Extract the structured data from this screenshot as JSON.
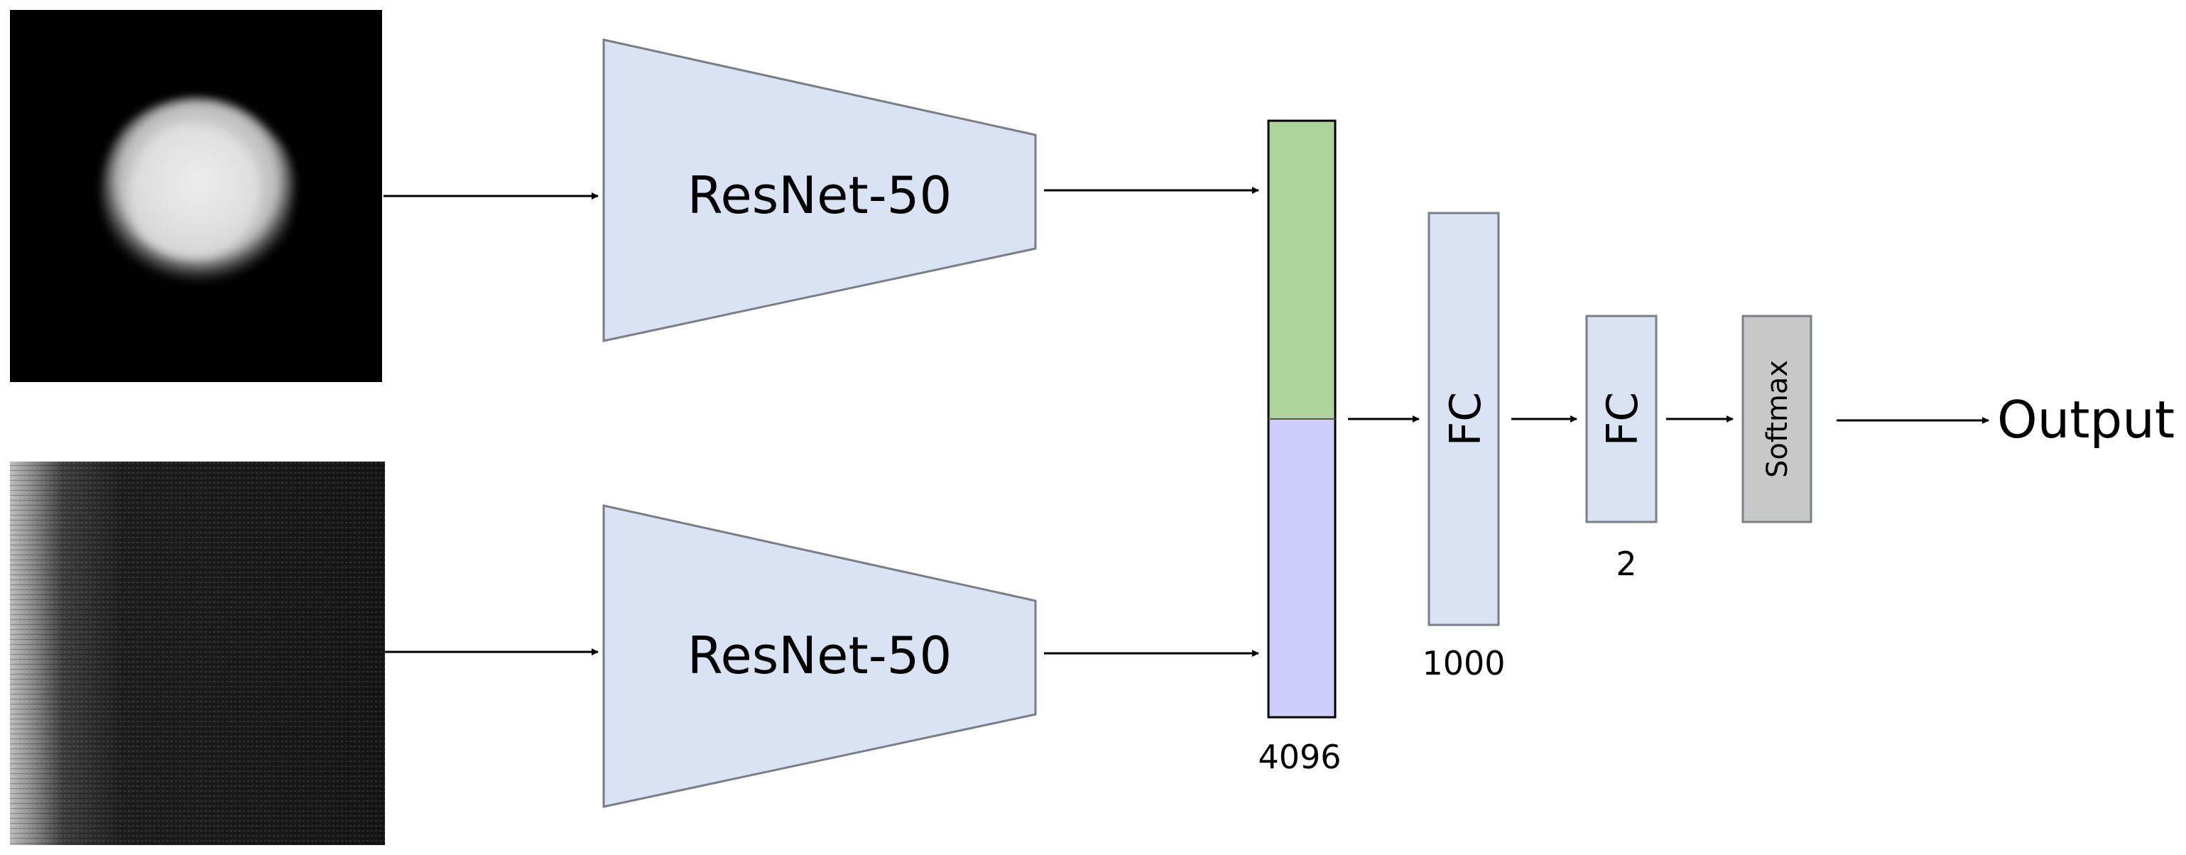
{
  "diagram": {
    "encoder_top_label": "ResNet-50",
    "encoder_bottom_label": "ResNet-50",
    "fc1_label": "FC",
    "fc2_label": "FC",
    "softmax_label": "Softmax",
    "output_label": "Output",
    "concat_size_label": "4096",
    "fc1_size_label": "1000",
    "fc2_size_label": "2"
  },
  "colors": {
    "encoder_fill": "#d9e3f3",
    "encoder_stroke": "#7a7f87",
    "concat_top_fill": "#aed39b",
    "concat_bottom_fill": "#cdcdfb",
    "fc_fill": "#d9e3f3",
    "softmax_fill": "#c8c8c8",
    "arrow": "#000000"
  },
  "icons": {
    "top_input": "particle-image-icon",
    "bottom_input": "spectrogram-image-icon"
  }
}
